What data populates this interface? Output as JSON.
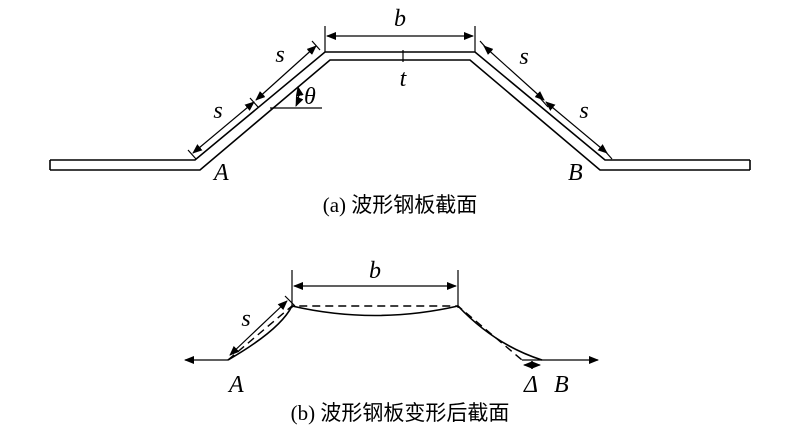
{
  "figure_a": {
    "labels": {
      "b": "b",
      "s1": "s",
      "s2": "s",
      "s3": "s",
      "s4": "s",
      "t": "t",
      "theta": "θ",
      "A": "A",
      "B": "B"
    },
    "caption": "(a) 波形钢板截面"
  },
  "figure_b": {
    "labels": {
      "b": "b",
      "s": "s",
      "A": "A",
      "delta": "Δ",
      "B": "B"
    },
    "caption": "(b) 波形钢板变形后截面"
  }
}
